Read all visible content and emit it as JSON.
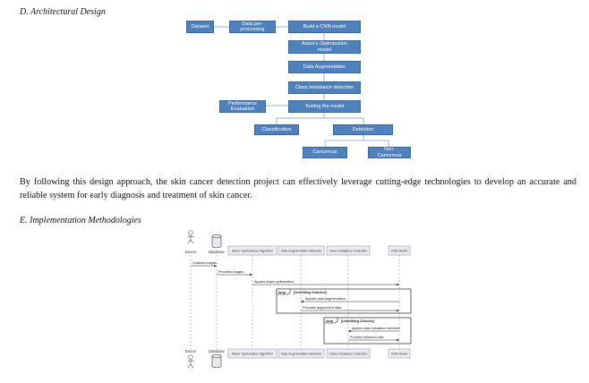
{
  "section_d": {
    "heading": "D.   Architectural Design"
  },
  "flowchart": {
    "dataset": "Dataset",
    "preprocessing": "Data pre-\nprocessing",
    "build_cnn": "Build a CNN model",
    "adam": "Adam's Optimization\nmodel",
    "augmentation": "Data Augmentation",
    "imbalance": "Class Imbalance detection",
    "performance": "Performance\nEvaluation",
    "testing": "Testing the model",
    "classification": "Classification",
    "detection": "Detection",
    "cancerous": "Cancerous",
    "non_cancerous": "Non-\nCancerous"
  },
  "paragraph": "By following this design approach, the skin cancer detection project can effectively leverage cutting-edge technologies to develop an accurate and reliable system for early diagnosis and treatment of skin cancer.",
  "section_e": {
    "heading": "E.   Implementation Methodologies"
  },
  "sequence": {
    "participants": {
      "doctor": "Doctor",
      "database": "Database",
      "adam": "Adam Optimization Algorithm",
      "augment": "Data Augmentation Methods",
      "imbalance": "Class Imbalance Detection",
      "cnn": "CNN Model"
    },
    "messages": {
      "collects": "Collects images",
      "provides": "Provides images",
      "applies_adam": "Applies Adam optimization",
      "applies_aug": "Applies data augmentation",
      "provides_aug": "Provides augmented data",
      "applies_cls": "Applies class imbalance detection",
      "provides_bal": "Provides balanced data"
    },
    "loops": {
      "keyword": "loop",
      "overfit": "[Overfitting Detected]",
      "underfit": "[Underfitting Detected]"
    }
  },
  "colors": {
    "box_fill": "#4f81bd",
    "box_border": "#3a679a",
    "connector": "#9db4cf",
    "lifeline": "#b5b5b5"
  }
}
